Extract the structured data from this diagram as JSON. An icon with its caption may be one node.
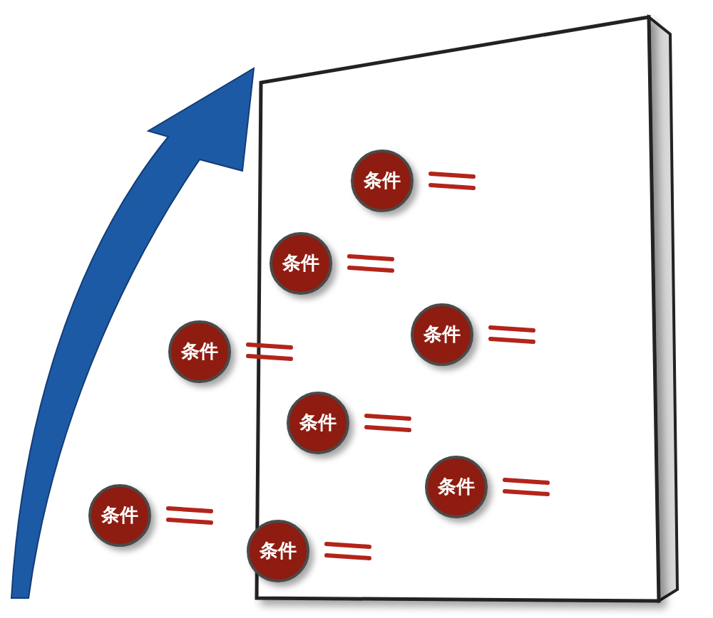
{
  "diagram": {
    "nodes": [
      {
        "text": [
          "条件"
        ]
      },
      {
        "text": [
          "条件"
        ]
      },
      {
        "text": [
          "条件"
        ]
      },
      {
        "text": [
          "条件"
        ]
      },
      {
        "text": [
          "条件"
        ]
      },
      {
        "text": [
          "条件"
        ]
      },
      {
        "text": [
          "条件"
        ]
      },
      {
        "text": [
          "条件"
        ]
      }
    ]
  }
}
